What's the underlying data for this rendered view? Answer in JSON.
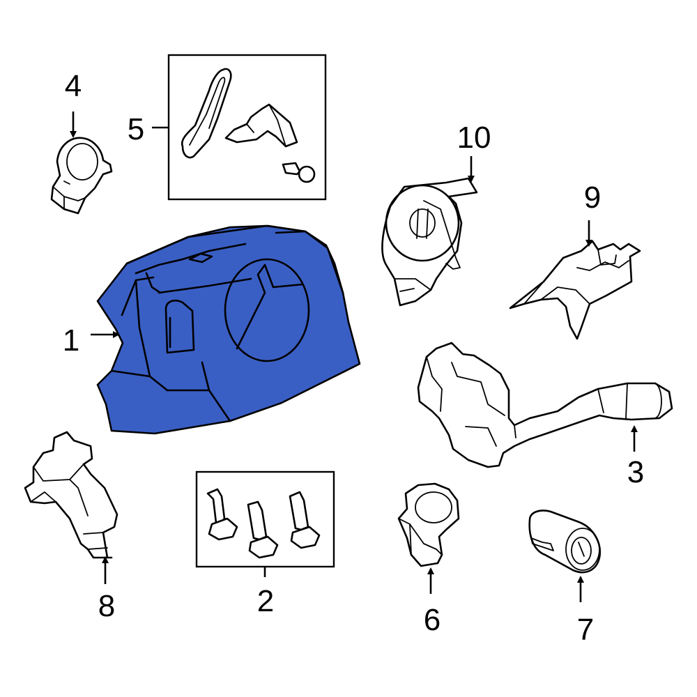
{
  "diagram": {
    "highlight_color": "#3a5fc4",
    "line_color": "#000000",
    "background": "#ffffff",
    "callouts": [
      {
        "id": "1",
        "label": "1"
      },
      {
        "id": "2",
        "label": "2"
      },
      {
        "id": "3",
        "label": "3"
      },
      {
        "id": "4",
        "label": "4"
      },
      {
        "id": "5",
        "label": "5"
      },
      {
        "id": "6",
        "label": "6"
      },
      {
        "id": "7",
        "label": "7"
      },
      {
        "id": "8",
        "label": "8"
      },
      {
        "id": "9",
        "label": "9"
      },
      {
        "id": "10",
        "label": "10"
      }
    ],
    "highlighted_part": "1"
  }
}
